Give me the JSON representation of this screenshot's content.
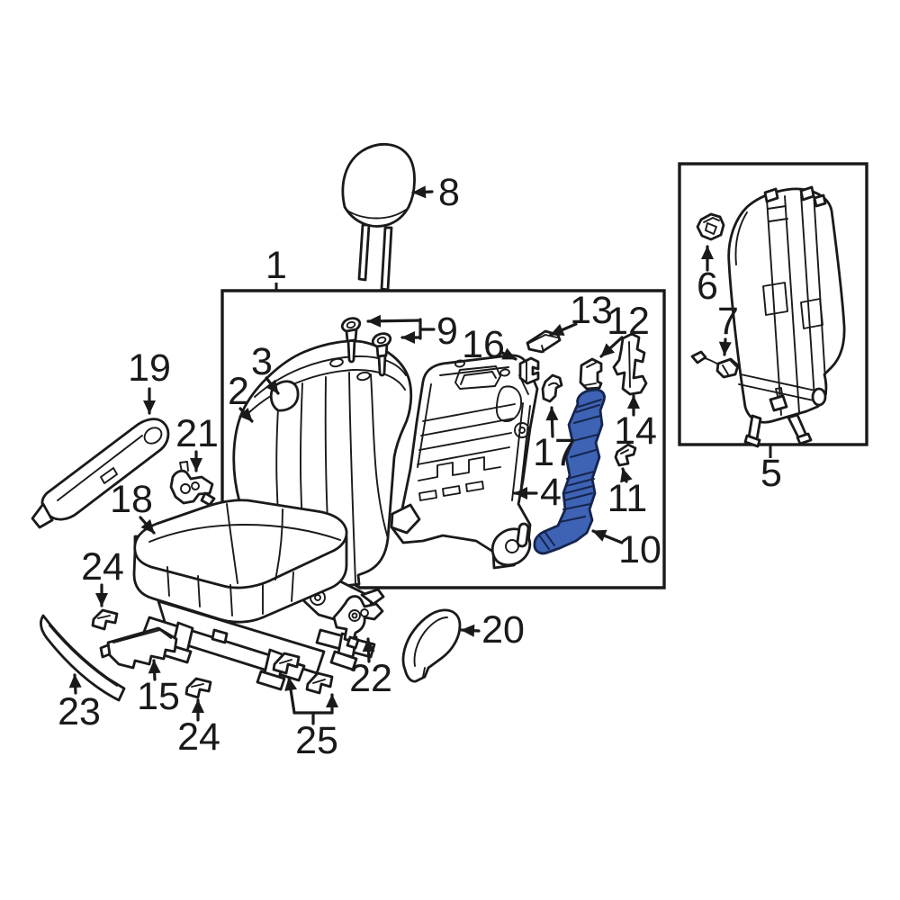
{
  "diagram": {
    "kind": "exploded-parts-diagram",
    "background": "#ffffff",
    "line_color": "#1a1a1a",
    "highlight": {
      "callout": "10",
      "fill": "#3e63b4",
      "stroke": "#15254d"
    }
  },
  "labels": {
    "l1": "1",
    "l2": "2",
    "l3": "3",
    "l4": "4",
    "l5": "5",
    "l6": "6",
    "l7": "7",
    "l8": "8",
    "l9": "9",
    "l10": "10",
    "l11": "11",
    "l12": "12",
    "l13": "13",
    "l14": "14",
    "l15": "15",
    "l16": "16",
    "l17": "17",
    "l18": "18",
    "l19": "19",
    "l20": "20",
    "l21": "21",
    "l22": "22",
    "l23": "23",
    "l24a": "24",
    "l24b": "24",
    "l25": "25"
  }
}
